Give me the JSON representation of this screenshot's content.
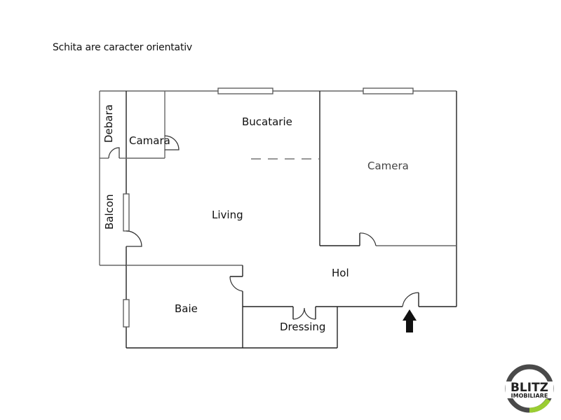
{
  "header": {
    "disclaimer": "Schita are caracter orientativ"
  },
  "rooms": {
    "debara": "Debara",
    "camara": "Camara",
    "bucatarie": "Bucatarie",
    "camera": "Camera",
    "balcon": "Balcon",
    "living": "Living",
    "hol": "Hol",
    "baie": "Baie",
    "dressing": "Dressing"
  },
  "entrance": {
    "icon": "arrow-up-icon"
  },
  "logo": {
    "line1": "BLITZ",
    "line2": "IMOBILIARE",
    "ring_color": "#4a4a4a",
    "accent_color": "#9acd32"
  },
  "colors": {
    "wall": "#222222",
    "window": "#555555",
    "background": "#ffffff"
  }
}
